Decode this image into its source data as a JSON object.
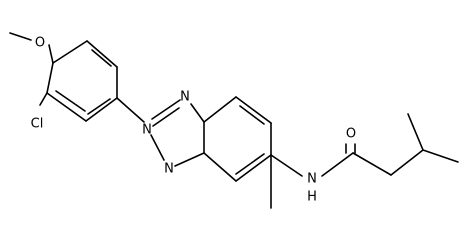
{
  "atoms": {
    "methoxy_o": "O",
    "chlorine": "Cl",
    "triazole_n2": "N",
    "triazole_n1": "N",
    "triazole_n3": "N",
    "amide_nh": "N",
    "amide_h": "H",
    "carbonyl_o": "O"
  }
}
